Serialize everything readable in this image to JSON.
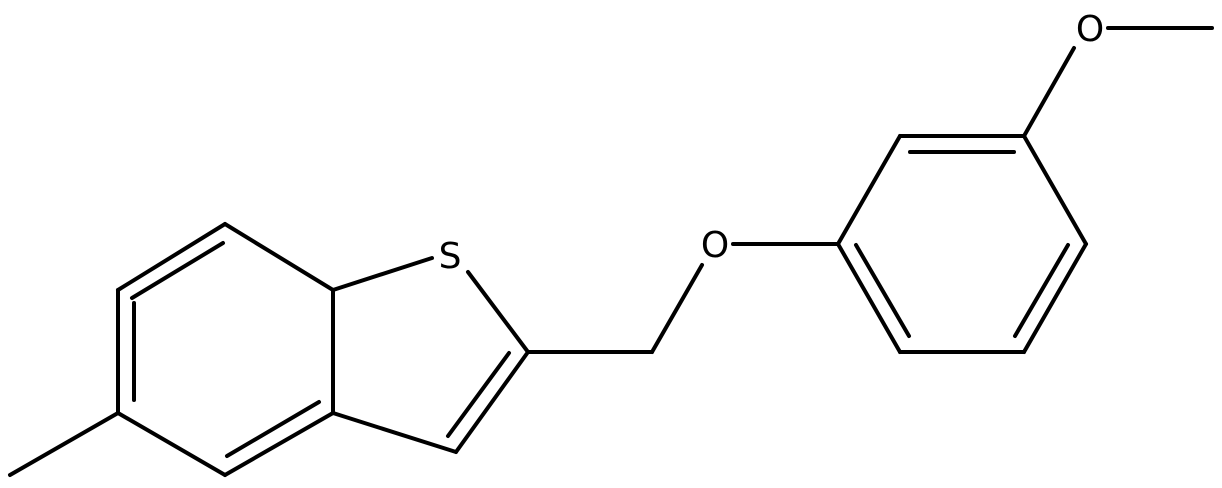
{
  "molecule": {
    "atoms": [
      {
        "id": "s1",
        "label": "S"
      },
      {
        "id": "o_ether",
        "label": "O"
      },
      {
        "id": "o_methoxy",
        "label": "O"
      }
    ],
    "colors": {
      "bond": "#000000",
      "label": "#000000",
      "background": "#ffffff"
    }
  }
}
